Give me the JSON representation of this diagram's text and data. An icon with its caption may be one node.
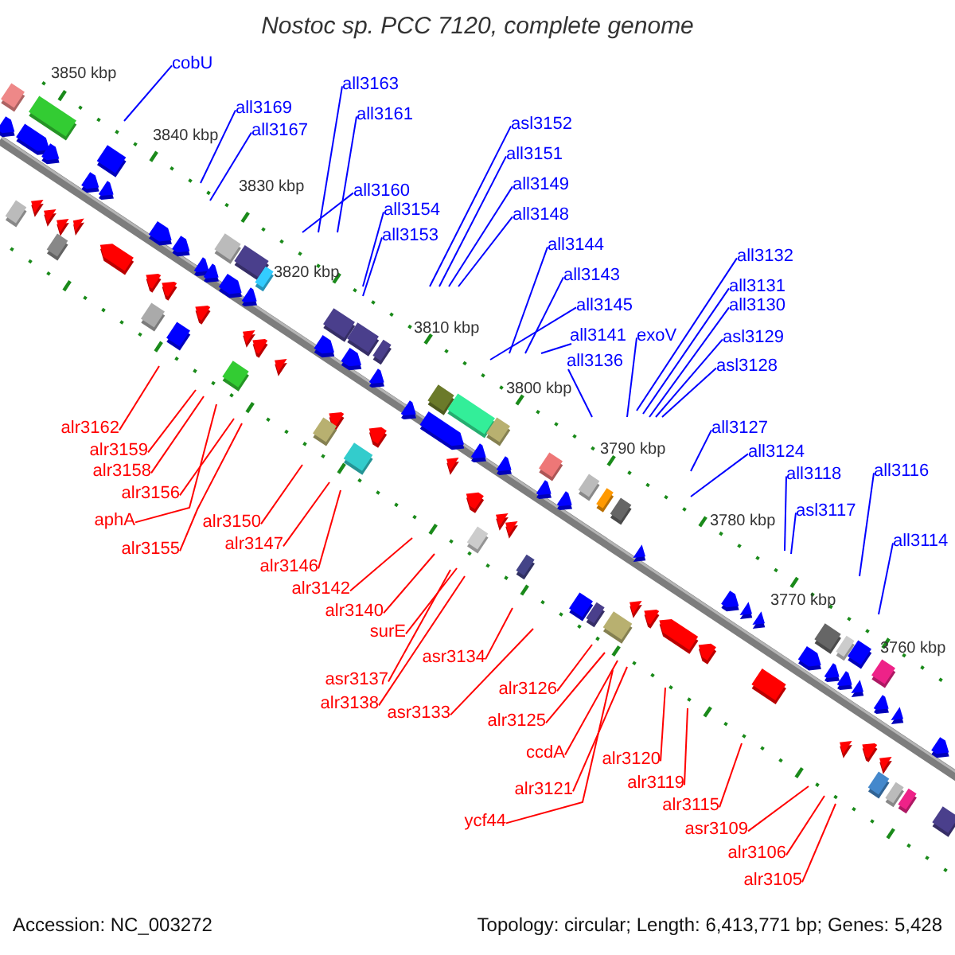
{
  "diagram": {
    "title": "Nostoc sp. PCC 7120, complete genome",
    "nodes": [
      {
        "text": [
          "cobU"
        ]
      },
      {
        "text": [
          "all3169"
        ]
      },
      {
        "text": [
          "all3167"
        ]
      },
      {
        "text": [
          "all3163"
        ]
      },
      {
        "text": [
          "all3161"
        ]
      },
      {
        "text": [
          "all3160"
        ]
      },
      {
        "text": [
          "all3154"
        ]
      },
      {
        "text": [
          "all3153"
        ]
      },
      {
        "text": [
          "asl3152"
        ]
      },
      {
        "text": [
          "all3151"
        ]
      },
      {
        "text": [
          "all3149"
        ]
      },
      {
        "text": [
          "all3148"
        ]
      },
      {
        "text": [
          "all3144"
        ]
      },
      {
        "text": [
          "all3145"
        ]
      },
      {
        "text": [
          "all3143"
        ]
      },
      {
        "text": [
          "all3141"
        ]
      },
      {
        "text": [
          "all3136"
        ]
      },
      {
        "text": [
          "exoV"
        ]
      },
      {
        "text": [
          "all3132"
        ]
      },
      {
        "text": [
          "all3131"
        ]
      },
      {
        "text": [
          "all3130"
        ]
      },
      {
        "text": [
          "asl3129"
        ]
      },
      {
        "text": [
          "asl3128"
        ]
      },
      {
        "text": [
          "all3127"
        ]
      },
      {
        "text": [
          "all3124"
        ]
      },
      {
        "text": [
          "all3118"
        ]
      },
      {
        "text": [
          "asl3117"
        ]
      },
      {
        "text": [
          "all3116"
        ]
      },
      {
        "text": [
          "all3114"
        ]
      },
      {
        "text": [
          "alr3162"
        ]
      },
      {
        "text": [
          "alr3159"
        ]
      },
      {
        "text": [
          "alr3158"
        ]
      },
      {
        "text": [
          "alr3156"
        ]
      },
      {
        "text": [
          "aphA"
        ]
      },
      {
        "text": [
          "alr3155"
        ]
      },
      {
        "text": [
          "alr3150"
        ]
      },
      {
        "text": [
          "alr3147"
        ]
      },
      {
        "text": [
          "alr3146"
        ]
      },
      {
        "text": [
          "alr3142"
        ]
      },
      {
        "text": [
          "alr3140"
        ]
      },
      {
        "text": [
          "surE"
        ]
      },
      {
        "text": [
          "asr3134"
        ]
      },
      {
        "text": [
          "asr3137"
        ]
      },
      {
        "text": [
          "alr3138"
        ]
      },
      {
        "text": [
          "asr3133"
        ]
      },
      {
        "text": [
          "alr3126"
        ]
      },
      {
        "text": [
          "alr3125"
        ]
      },
      {
        "text": [
          "ccdA"
        ]
      },
      {
        "text": [
          "alr3121"
        ]
      },
      {
        "text": [
          "ycf44"
        ]
      },
      {
        "text": [
          "alr3120"
        ]
      },
      {
        "text": [
          "alr3119"
        ]
      },
      {
        "text": [
          "alr3115"
        ]
      },
      {
        "text": [
          "asr3109"
        ]
      },
      {
        "text": [
          "alr3106"
        ]
      },
      {
        "text": [
          "alr3105"
        ]
      }
    ],
    "edges": [
      {
        "from": 0,
        "to": null,
        "arrow": "none"
      },
      {
        "from": 1,
        "to": null,
        "arrow": "none"
      },
      {
        "from": 2,
        "to": null,
        "arrow": "none"
      },
      {
        "from": 3,
        "to": null,
        "arrow": "none"
      },
      {
        "from": 4,
        "to": null,
        "arrow": "none"
      },
      {
        "from": 5,
        "to": null,
        "arrow": "none"
      },
      {
        "from": 6,
        "to": null,
        "arrow": "none"
      },
      {
        "from": 7,
        "to": null,
        "arrow": "none"
      },
      {
        "from": 8,
        "to": null,
        "arrow": "none"
      },
      {
        "from": 9,
        "to": null,
        "arrow": "none"
      },
      {
        "from": 10,
        "to": null,
        "arrow": "none"
      },
      {
        "from": 11,
        "to": null,
        "arrow": "none"
      },
      {
        "from": 12,
        "to": null,
        "arrow": "none"
      },
      {
        "from": 13,
        "to": null,
        "arrow": "none"
      },
      {
        "from": 14,
        "to": null,
        "arrow": "none"
      },
      {
        "from": 15,
        "to": null,
        "arrow": "none"
      },
      {
        "from": 16,
        "to": null,
        "arrow": "none"
      },
      {
        "from": 17,
        "to": null,
        "arrow": "none"
      },
      {
        "from": 18,
        "to": null,
        "arrow": "none"
      },
      {
        "from": 19,
        "to": null,
        "arrow": "none"
      },
      {
        "from": 20,
        "to": null,
        "arrow": "none"
      },
      {
        "from": 21,
        "to": null,
        "arrow": "none"
      },
      {
        "from": 22,
        "to": null,
        "arrow": "none"
      },
      {
        "from": 23,
        "to": null,
        "arrow": "none"
      },
      {
        "from": 24,
        "to": null,
        "arrow": "none"
      },
      {
        "from": 25,
        "to": null,
        "arrow": "none"
      },
      {
        "from": 26,
        "to": null,
        "arrow": "none"
      },
      {
        "from": 27,
        "to": null,
        "arrow": "none"
      },
      {
        "from": 28,
        "to": null,
        "arrow": "none"
      },
      {
        "from": 29,
        "to": null,
        "arrow": "none",
        "color": "#ff0000"
      },
      {
        "from": 30,
        "to": null,
        "arrow": "none",
        "color": "#ff0000"
      },
      {
        "from": 31,
        "to": null,
        "arrow": "none",
        "color": "#ff0000"
      },
      {
        "from": 32,
        "to": null,
        "arrow": "none",
        "color": "#ff0000"
      },
      {
        "from": 33,
        "to": null,
        "arrow": "none",
        "color": "#ff0000"
      },
      {
        "from": 34,
        "to": null,
        "arrow": "none",
        "color": "#ff0000"
      },
      {
        "from": 35,
        "to": null,
        "arrow": "none",
        "color": "#ff0000"
      },
      {
        "from": 36,
        "to": null,
        "arrow": "none",
        "color": "#ff0000"
      },
      {
        "from": 37,
        "to": null,
        "arrow": "none",
        "color": "#ff0000"
      },
      {
        "from": 38,
        "to": null,
        "arrow": "none",
        "color": "#ff0000"
      },
      {
        "from": 39,
        "to": null,
        "arrow": "none",
        "color": "#ff0000"
      },
      {
        "from": 40,
        "to": null,
        "arrow": "none",
        "color": "#ff0000"
      },
      {
        "from": 41,
        "to": null,
        "arrow": "none",
        "color": "#ff0000"
      },
      {
        "from": 42,
        "to": null,
        "arrow": "none",
        "color": "#ff0000"
      },
      {
        "from": 43,
        "to": null,
        "arrow": "none",
        "color": "#ff0000"
      },
      {
        "from": 44,
        "to": null,
        "arrow": "none",
        "color": "#ff0000"
      },
      {
        "from": 45,
        "to": null,
        "arrow": "none",
        "color": "#ff0000"
      },
      {
        "from": 46,
        "to": null,
        "arrow": "none",
        "color": "#ff0000"
      },
      {
        "from": 47,
        "to": null,
        "arrow": "none",
        "color": "#ff0000"
      },
      {
        "from": 48,
        "to": null,
        "arrow": "none",
        "color": "#ff0000"
      },
      {
        "from": 49,
        "to": null,
        "arrow": "none",
        "color": "#ff0000"
      },
      {
        "from": 50,
        "to": null,
        "arrow": "none",
        "color": "#ff0000"
      },
      {
        "from": 51,
        "to": null,
        "arrow": "none",
        "color": "#ff0000"
      },
      {
        "from": 52,
        "to": null,
        "arrow": "none",
        "color": "#ff0000"
      },
      {
        "from": 53,
        "to": null,
        "arrow": "none",
        "color": "#ff0000"
      },
      {
        "from": 54,
        "to": null,
        "arrow": "none",
        "color": "#ff0000"
      },
      {
        "from": 55,
        "to": null,
        "arrow": "none",
        "color": "#ff0000"
      }
    ],
    "labels": [
      "3850 kbp",
      "3840 kbp",
      "3830 kbp",
      "3820 kbp",
      "3810 kbp",
      "3800 kbp",
      "3790 kbp",
      "3780 kbp",
      "3770 kbp",
      "3760 kbp",
      "Accession: NC_003272",
      "Topology: circular; Length: 6,413,771 bp; Genes: 5,428"
    ]
  }
}
